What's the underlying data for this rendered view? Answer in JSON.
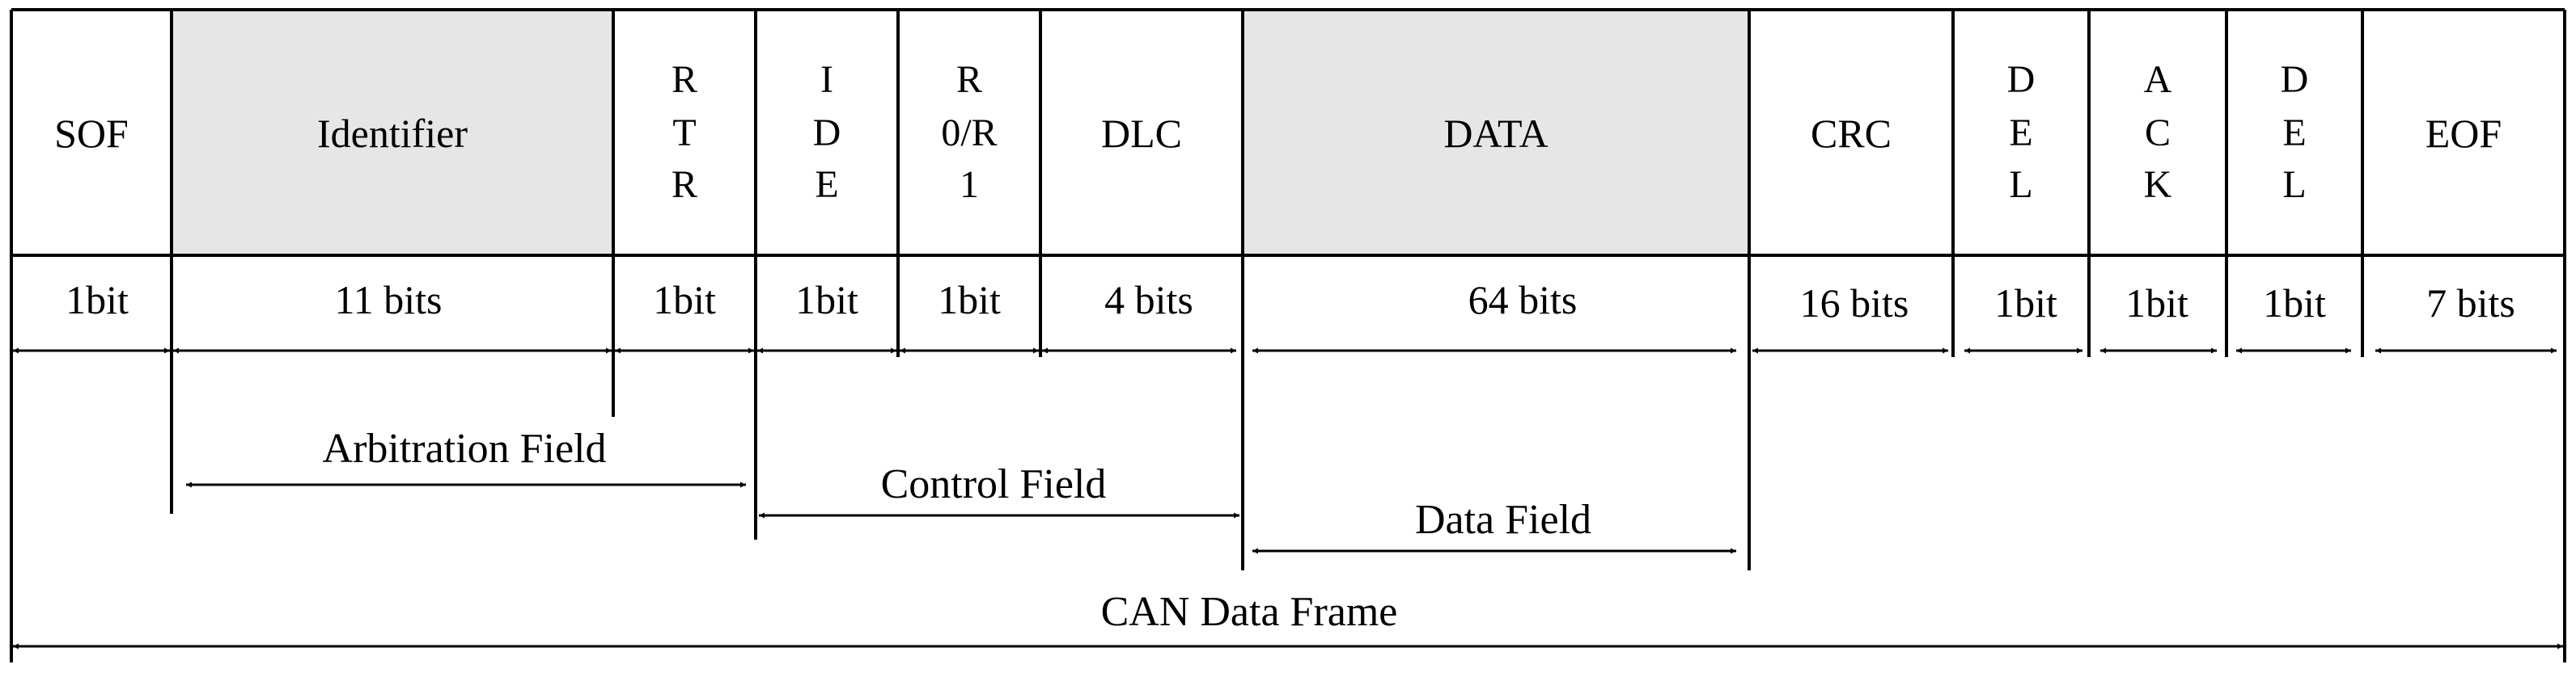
{
  "title": "",
  "colors": {
    "shaded_cell": "#e6e6e6",
    "line": "#000000",
    "background": "#ffffff"
  },
  "fields": [
    {
      "id": "sof",
      "label": [
        "SOF"
      ],
      "bits": "1bit",
      "shaded": false
    },
    {
      "id": "identifier",
      "label": [
        "Identifier"
      ],
      "bits": "11 bits",
      "shaded": true
    },
    {
      "id": "rtr",
      "label": [
        "R",
        "T",
        "R"
      ],
      "bits": "1bit",
      "shaded": false
    },
    {
      "id": "ide",
      "label": [
        "I",
        "D",
        "E"
      ],
      "bits": "1bit",
      "shaded": false
    },
    {
      "id": "r0r1",
      "label": [
        "R",
        "0/R",
        "1"
      ],
      "bits": "1bit",
      "shaded": false
    },
    {
      "id": "dlc",
      "label": [
        "DLC"
      ],
      "bits": "4 bits",
      "shaded": false
    },
    {
      "id": "data",
      "label": [
        "DATA"
      ],
      "bits": "64 bits",
      "shaded": true
    },
    {
      "id": "crc",
      "label": [
        "CRC"
      ],
      "bits": "16 bits",
      "shaded": false
    },
    {
      "id": "del1",
      "label": [
        "D",
        "E",
        "L"
      ],
      "bits": "1bit",
      "shaded": false
    },
    {
      "id": "ack",
      "label": [
        "A",
        "C",
        "K"
      ],
      "bits": "1bit",
      "shaded": false
    },
    {
      "id": "del2",
      "label": [
        "D",
        "E",
        "L"
      ],
      "bits": "1bit",
      "shaded": false
    },
    {
      "id": "eof",
      "label": [
        "EOF"
      ],
      "bits": "7 bits",
      "shaded": false
    }
  ],
  "groups": {
    "arbitration": "Arbitration Field",
    "control": "Control Field",
    "data": "Data Field",
    "frame": "CAN Data Frame"
  }
}
